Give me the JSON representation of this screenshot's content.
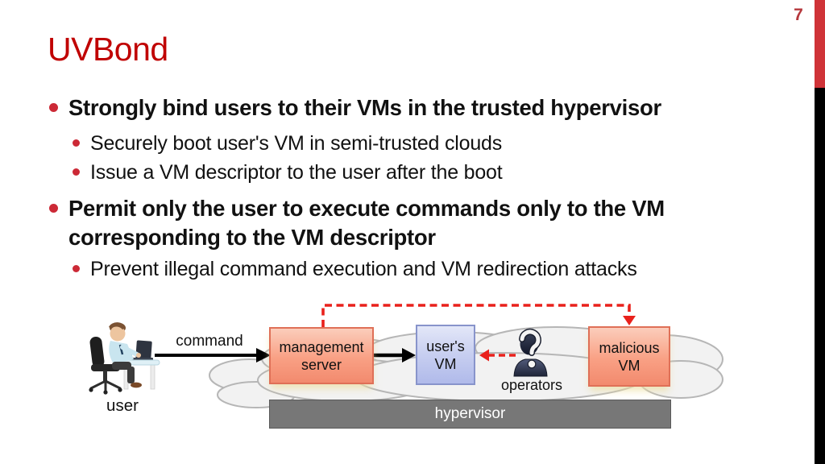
{
  "page_number": "7",
  "title": "UVBond",
  "bullets": [
    {
      "level": 1,
      "text": "Strongly bind users to their VMs in the trusted hypervisor"
    },
    {
      "level": 2,
      "text": "Securely boot user's VM in semi-trusted clouds"
    },
    {
      "level": 2,
      "text": "Issue a VM descriptor to the user after the boot"
    },
    {
      "level": 1,
      "text": "Permit only the user to execute commands only to the VM corresponding to the VM descriptor"
    },
    {
      "level": 2,
      "text": "Prevent illegal command execution and VM redirection attacks"
    }
  ],
  "diagram": {
    "command_label": "command",
    "user_label": "user",
    "operators_label": "operators",
    "hypervisor_label": "hypervisor",
    "management_server": {
      "line1": "management",
      "line2": "server"
    },
    "users_vm": {
      "line1": "user's",
      "line2": "VM"
    },
    "malicious_vm": {
      "line1": "malicious",
      "line2": "VM"
    }
  },
  "colors": {
    "title_red": "#c00000",
    "bullet_red": "#cc2936",
    "sidebar_red": "#cf3338",
    "sidebar_black": "#000000",
    "dashed_red": "#e9211c",
    "salmon_box_border": "#df7057",
    "blue_box_border": "#8894cb",
    "hypervisor_gray": "#777777",
    "cloud_fill": "#f2f2f2",
    "cloud_stroke": "#b6b6b6"
  }
}
